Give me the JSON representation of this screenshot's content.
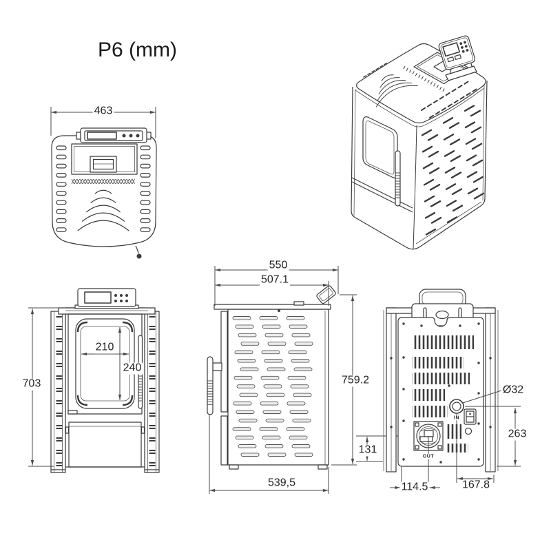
{
  "title": "P6 (mm)",
  "dimensions": {
    "top_width": "463",
    "front_height": "703",
    "window_width": "210",
    "window_height": "240",
    "side_depth_max": "550",
    "side_top_depth": "507.1",
    "total_height": "759.2",
    "side_base_depth": "539,5",
    "outlet_height": "131",
    "inlet_diameter": "Ø32",
    "inlet_height": "263",
    "outlet_offset": "114.5",
    "inlet_offset": "167.8"
  },
  "labels": {
    "air_inlet": "IN",
    "flue_outlet": "OUT"
  },
  "colors": {
    "line": "#3a3a3a",
    "dimension": "#4a4a4a",
    "background": "#ffffff",
    "text": "#1f1f1f"
  }
}
